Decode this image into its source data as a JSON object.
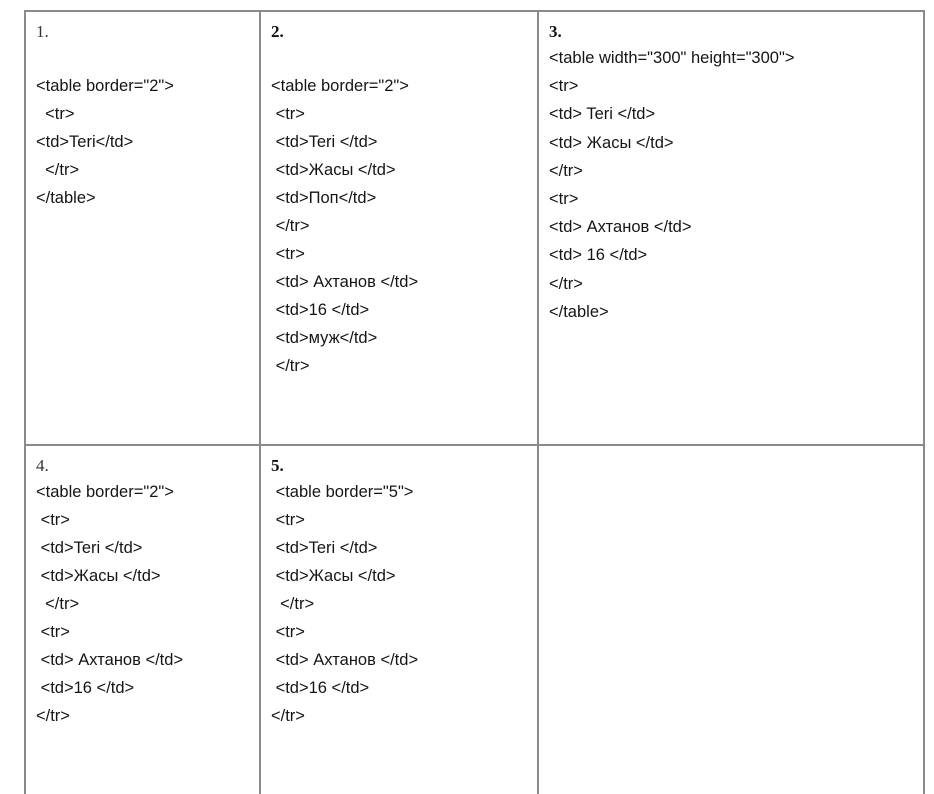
{
  "cells": [
    {
      "number": "1.",
      "lines": [
        "<table border=\"2\">",
        "  <tr>",
        "<td>Teri</td>",
        "  </tr>",
        "</table>"
      ]
    },
    {
      "number": "2.",
      "lines": [
        "<table border=\"2\">",
        " <tr>",
        " <td>Teri </td>",
        " <td>Жасы </td>",
        " <td>Поп</td>",
        " </tr>",
        " <tr>",
        " <td> Ахтанов </td>",
        " <td>16 </td>",
        " <td>муж</td>",
        " </tr>"
      ]
    },
    {
      "number": "3.",
      "lines": [
        "<table width=\"300\" height=\"300\">",
        "<tr>",
        "<td> Teri </td>",
        "<td> Жасы </td>",
        "</tr>",
        "<tr>",
        "<td> Ахтанов </td>",
        "<td> 16 </td>",
        "</tr>",
        "</table>"
      ]
    },
    {
      "number": "4.",
      "lines": [
        "<table border=\"2\">",
        " <tr>",
        " <td>Teri </td>",
        " <td>Жасы </td>",
        "  </tr>",
        " <tr>",
        " <td> Ахтанов </td>",
        " <td>16 </td>",
        "</tr>"
      ]
    },
    {
      "number": "5.",
      "lines": [
        " <table border=\"5\">",
        " <tr>",
        " <td>Teri </td>",
        " <td>Жасы </td>",
        "  </tr>",
        " <tr>",
        " <td> Ахтанов </td>",
        " <td>16 </td>",
        "</tr>"
      ]
    }
  ]
}
